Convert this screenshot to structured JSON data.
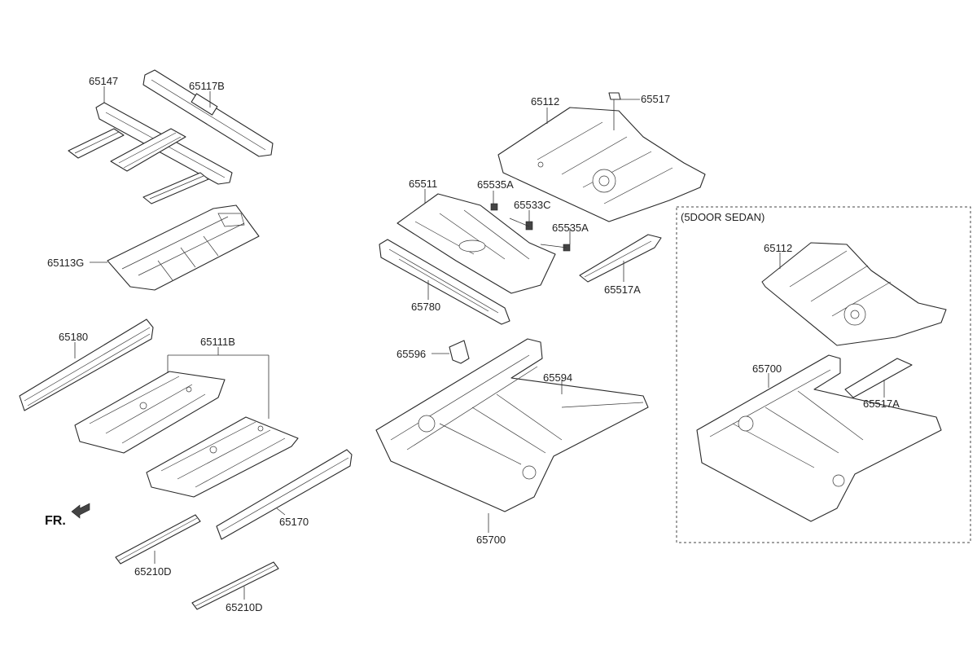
{
  "parts": {
    "p65147": "65147",
    "p65117B": "65117B",
    "p65113G": "65113G",
    "p65180": "65180",
    "p65111B": "65111B",
    "p65170": "65170",
    "p65210D_a": "65210D",
    "p65210D_b": "65210D",
    "p65112": "65112",
    "p65517": "65517",
    "p65511": "65511",
    "p65535A_a": "65535A",
    "p65533C": "65533C",
    "p65535A_b": "65535A",
    "p65517A": "65517A",
    "p65780": "65780",
    "p65596": "65596",
    "p65594": "65594",
    "p65700": "65700"
  },
  "front_indicator": "FR.",
  "variant": {
    "title": "(5DOOR SEDAN)",
    "p65112": "65112",
    "p65700": "65700",
    "p65517A": "65517A"
  }
}
